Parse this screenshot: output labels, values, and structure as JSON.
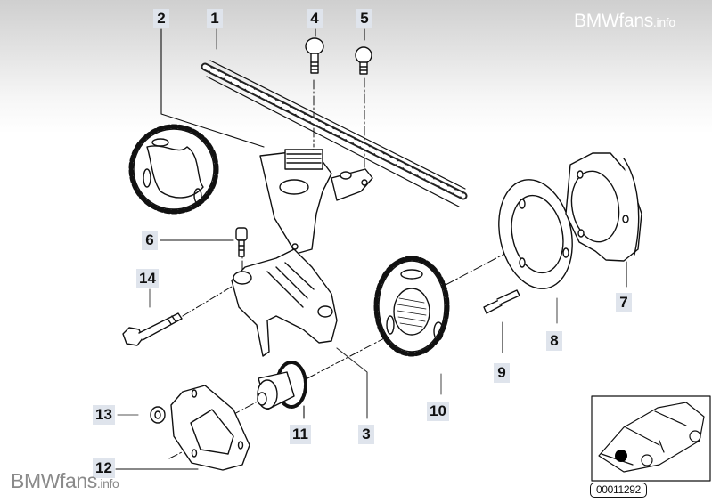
{
  "diagram": {
    "title": "Timing chain components exploded view",
    "callouts": [
      {
        "id": "1",
        "label": "1",
        "part": "timing-chain"
      },
      {
        "id": "2",
        "label": "2",
        "part": "chain-tensioner-rail"
      },
      {
        "id": "3",
        "label": "3",
        "part": "tensioner-bracket"
      },
      {
        "id": "4",
        "label": "4",
        "part": "hex-bolt"
      },
      {
        "id": "5",
        "label": "5",
        "part": "hex-bolt"
      },
      {
        "id": "6",
        "label": "6",
        "part": "screw"
      },
      {
        "id": "7",
        "label": "7",
        "part": "flange-housing"
      },
      {
        "id": "8",
        "label": "8",
        "part": "gasket"
      },
      {
        "id": "9",
        "label": "9",
        "part": "stud-bolt"
      },
      {
        "id": "10",
        "label": "10",
        "part": "sprocket"
      },
      {
        "id": "11",
        "label": "11",
        "part": "drive-gear"
      },
      {
        "id": "12",
        "label": "12",
        "part": "gasket"
      },
      {
        "id": "13",
        "label": "13",
        "part": "nut"
      },
      {
        "id": "14",
        "label": "14",
        "part": "long-bolt"
      }
    ],
    "reference_code": "00011292",
    "locator": {
      "icon": "car-locator-icon",
      "highlight": "front-engine-area"
    }
  },
  "watermark": {
    "top": {
      "main": "BMWfans",
      "suffix": ".info"
    },
    "bottom": {
      "main": "BMWfans",
      "suffix": ".info"
    }
  }
}
